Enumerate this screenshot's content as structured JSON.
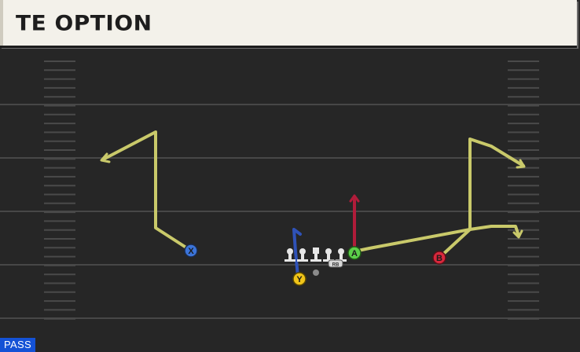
{
  "play": {
    "title": "TE OPTION",
    "type_badge": "PASS"
  },
  "players": [
    {
      "id": "X",
      "label": "X",
      "color": "#3b74d9",
      "route_color": "#c9c96a"
    },
    {
      "id": "Y",
      "label": "Y",
      "color": "#f0c419",
      "route_color": "#2f52b8"
    },
    {
      "id": "A",
      "label": "A",
      "color": "#5ccf4a",
      "route_color": "#b01c3a"
    },
    {
      "id": "B",
      "label": "B",
      "color": "#d9283c",
      "route_color": "#c9c96a"
    }
  ],
  "backfield": {
    "rb_label": "RB"
  },
  "colors": {
    "field": "#262626",
    "yard_line": "#4a4a4a",
    "hash": "#4c4c4c",
    "route_default": "#c9c96a",
    "block_route": "#b01c3a",
    "te_route": "#2f52b8",
    "lineman": "#e6e6e6",
    "badge": "#1452d6"
  }
}
